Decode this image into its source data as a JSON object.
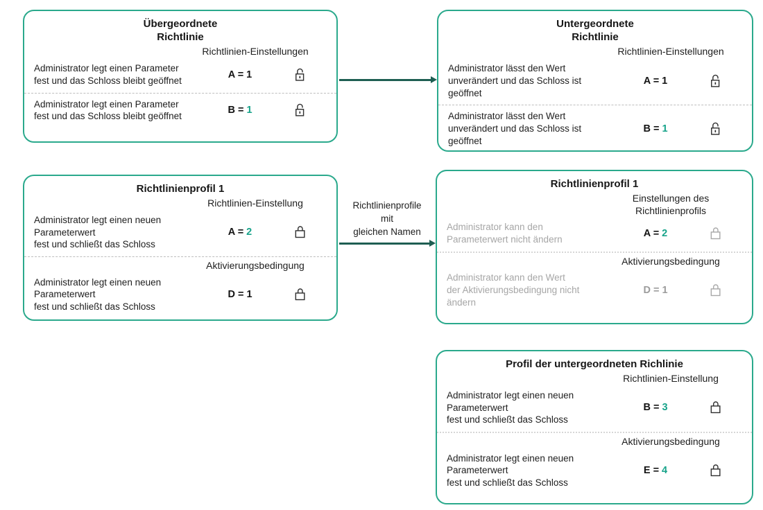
{
  "colors": {
    "box_border": "#2aa98c",
    "arrow": "#1e5e52",
    "value_accent": "#17a38a",
    "muted_text": "#a6a6a6",
    "text": "#1d1d1d"
  },
  "icons": {
    "open_lock": "open-padlock",
    "closed_lock": "closed-padlock"
  },
  "arrow_label": "Richtlinienprofile\nmit\ngleichen Namen",
  "boxes": {
    "parent_policy": {
      "title": "Übergeordnete\nRichtlinie",
      "subtitle": "Richtlinien-Einstellungen",
      "rows": [
        {
          "desc": "Administrator legt einen Parameter\nfest und das Schloss bleibt geöffnet",
          "param": "A =",
          "value": "1"
        },
        {
          "desc": "Administrator legt einen Parameter\nfest und das Schloss bleibt geöffnet",
          "param": "B =",
          "value": "1"
        }
      ]
    },
    "child_policy": {
      "title": "Untergeordnete\nRichtlinie",
      "subtitle": "Richtlinien-Einstellungen",
      "rows": [
        {
          "desc": "Administrator lässt den Wert\nunverändert und das Schloss ist\ngeöffnet",
          "param": "A =",
          "value": "1"
        },
        {
          "desc": "Administrator lässt den Wert\nunverändert und das Schloss ist\ngeöffnet",
          "param": "B =",
          "value": "1"
        }
      ]
    },
    "profile1_left": {
      "title": "Richtlinienprofil 1",
      "sections": [
        {
          "subtitle": "Richtlinien-Einstellung",
          "row": {
            "desc": "Administrator legt einen neuen\nParameterwert\nfest und schließt das Schloss",
            "param": "A =",
            "value": "2"
          }
        },
        {
          "subtitle": "Aktivierungsbedingung",
          "row": {
            "desc": "Administrator legt einen neuen\nParameterwert\nfest und schließt das Schloss",
            "param": "D =",
            "value": "1"
          }
        }
      ]
    },
    "profile1_right": {
      "title": "Richtlinienprofil 1",
      "sections": [
        {
          "subtitle": "Einstellungen des\nRichtlinienprofils",
          "row": {
            "desc": "Administrator kann den\nParameterwert nicht ändern",
            "param": "A =",
            "value": "2"
          }
        },
        {
          "subtitle": "Aktivierungsbedingung",
          "row": {
            "desc": "Administrator kann den Wert\nder Aktivierungsbedingung nicht\nändern",
            "param": "D =",
            "value": "1"
          }
        }
      ]
    },
    "child_profile": {
      "title": "Profil der untergeordneten Richlinie",
      "sections": [
        {
          "subtitle": "Richtlinien-Einstellung",
          "row": {
            "desc": "Administrator legt einen neuen\nParameterwert\nfest und schließt das Schloss",
            "param": "B =",
            "value": "3"
          }
        },
        {
          "subtitle": "Aktivierungsbedingung",
          "row": {
            "desc": "Administrator legt einen neuen\nParameterwert\nfest und schließt das Schloss",
            "param": "E =",
            "value": "4"
          }
        }
      ]
    }
  }
}
